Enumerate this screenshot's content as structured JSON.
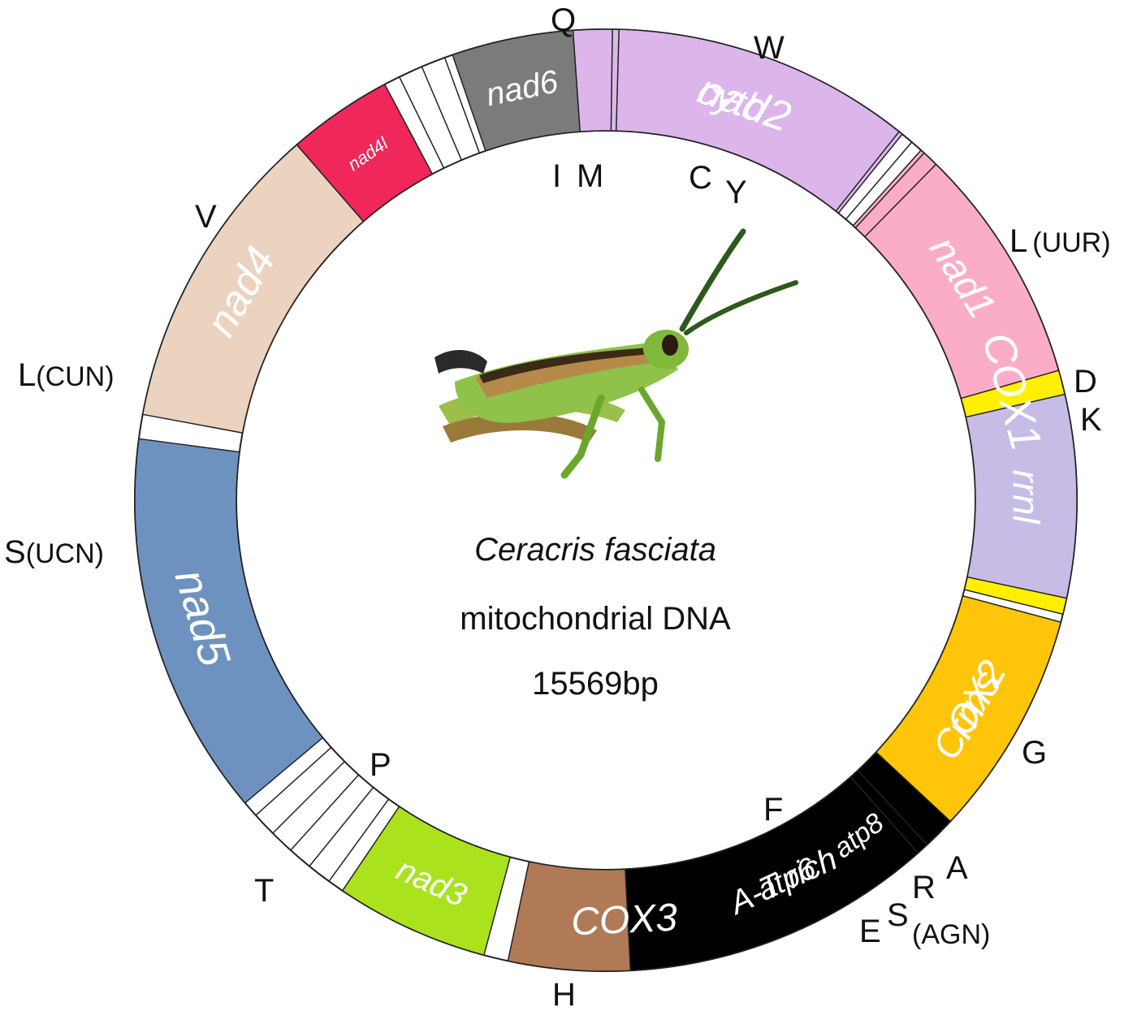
{
  "title": {
    "species": "Ceracris fasciata",
    "subtitle": "mitochondrial DNA",
    "size": "15569bp"
  },
  "genes": [
    {
      "id": "nad2",
      "label": "nad2",
      "color": "#f47c20",
      "start": 2.5,
      "end": 36,
      "font": 52
    },
    {
      "id": "cox1",
      "label": "COX1",
      "color": "#ffef00",
      "start": 46,
      "end": 104,
      "font": 54
    },
    {
      "id": "cox2",
      "label": "COX2",
      "color": "#00a0e3",
      "start": 106,
      "end": 134,
      "font": 48
    },
    {
      "id": "atp8",
      "label": "atp8",
      "color": "#19e619",
      "start": 140,
      "end": 146,
      "font": 34
    },
    {
      "id": "atp6",
      "label": "atp6",
      "color": "#9b4aa0",
      "start": 146,
      "end": 163,
      "font": 38
    },
    {
      "id": "cox3",
      "label": "COX3",
      "color": "#b17a57",
      "start": 163,
      "end": 192,
      "font": 48
    },
    {
      "id": "nad3",
      "label": "nad3",
      "color": "#aae21e",
      "start": 195,
      "end": 214,
      "font": 40
    },
    {
      "id": "nad5",
      "label": "nad5",
      "color": "#6e92c0",
      "start": 230,
      "end": 277.5,
      "font": 54
    },
    {
      "id": "nad4",
      "label": "nad4",
      "color": "#ebd3c0",
      "start": 280.5,
      "end": 319,
      "font": 52
    },
    {
      "id": "nad4l",
      "label": "nad4l",
      "color": "#f0275a",
      "start": 319,
      "end": 332,
      "font": 22
    },
    {
      "id": "nad6",
      "label": "nad6",
      "color": "#7b7b7b",
      "start": 341,
      "end": 356,
      "font": 40
    },
    {
      "id": "cytb",
      "label": "cytb",
      "color": "#dcb6ea",
      "start": 356,
      "end": 39,
      "font": 46
    },
    {
      "id": "nad1",
      "label": "nad1",
      "color": "#fbadc7",
      "start": 42,
      "end": 74,
      "font": 48
    },
    {
      "id": "rrnl",
      "label": "rrnl",
      "color": "#c6bce5",
      "start": 77,
      "end": 102,
      "font": 46
    },
    {
      "id": "rrns",
      "label": "rrns",
      "color": "#ffc50a",
      "start": 105,
      "end": 133,
      "font": 50
    },
    {
      "id": "at-rich",
      "label": "A-T rich",
      "color": "#000000",
      "start": 133,
      "end": 177,
      "font": 40
    }
  ],
  "trnas": [
    {
      "name": "Q",
      "label": "Q"
    },
    {
      "name": "I",
      "label": "I"
    },
    {
      "name": "M",
      "label": "M"
    },
    {
      "name": "W",
      "label": "W"
    },
    {
      "name": "C",
      "label": "C"
    },
    {
      "name": "Y",
      "label": "Y"
    },
    {
      "name": "L-UUR",
      "label": "L",
      "sub": "(UUR)"
    },
    {
      "name": "D",
      "label": "D"
    },
    {
      "name": "K",
      "label": "K"
    },
    {
      "name": "G",
      "label": "G"
    },
    {
      "name": "A",
      "label": "A"
    },
    {
      "name": "R",
      "label": "R"
    },
    {
      "name": "S-AGN",
      "label": "S"
    },
    {
      "name": "AGN",
      "label": "(AGN)"
    },
    {
      "name": "E",
      "label": "E"
    },
    {
      "name": "F",
      "label": "F"
    },
    {
      "name": "H",
      "label": "H"
    },
    {
      "name": "P",
      "label": "P"
    },
    {
      "name": "T",
      "label": "T"
    },
    {
      "name": "S-UCN",
      "label": "S",
      "sub": "(UCN)"
    },
    {
      "name": "L-CUN",
      "label": "L",
      "sub": "(CUN)"
    },
    {
      "name": "V",
      "label": "V"
    }
  ],
  "colors": {
    "ring_outline": "#222222",
    "trna_fill": "#ffffff"
  }
}
